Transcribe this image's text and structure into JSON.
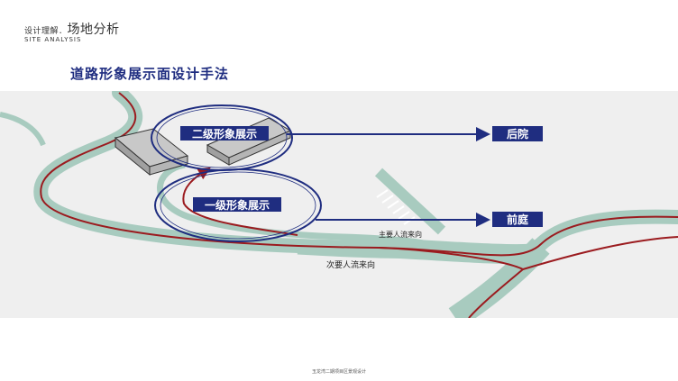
{
  "header": {
    "section_small": "设计理解．",
    "section_big": "场地分析",
    "subtitle_en": "SITE ANALYSIS"
  },
  "title": "道路形象展示面设计手法",
  "labels": {
    "level2": "二级形象展示",
    "level1": "一级形象展示",
    "back_yard": "后院",
    "front_yard": "前庭",
    "main_flow": "主要人流来向",
    "secondary_flow": "次要人流来向"
  },
  "footer": "玉龙湾二期项目区景观设计",
  "colors": {
    "navy": "#1f2d80",
    "road_green": "#a8cbbf",
    "red_line": "#9b1b1f",
    "ground": "#efefef"
  }
}
